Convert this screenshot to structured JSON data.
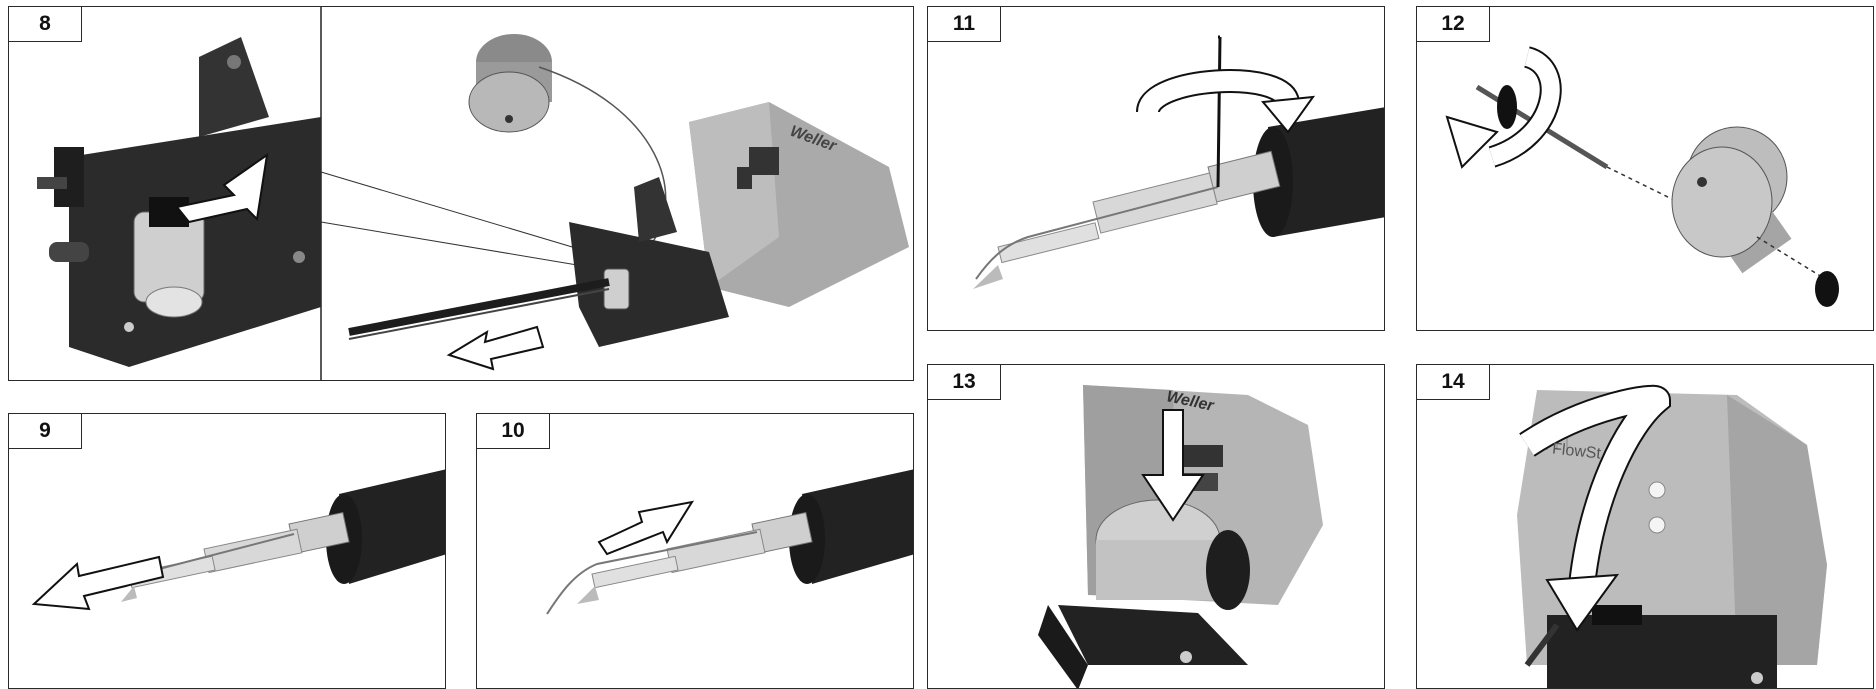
{
  "panels": [
    {
      "number": "8"
    },
    {
      "number": "9"
    },
    {
      "number": "10"
    },
    {
      "number": "11"
    },
    {
      "number": "12"
    },
    {
      "number": "13",
      "logo": "Weller"
    },
    {
      "number": "14",
      "label": "FlowSt"
    }
  ],
  "icons": [
    "arrow-icon",
    "rotate-icon",
    "solder-spool-icon",
    "soldering-iron-icon",
    "station-icon"
  ]
}
